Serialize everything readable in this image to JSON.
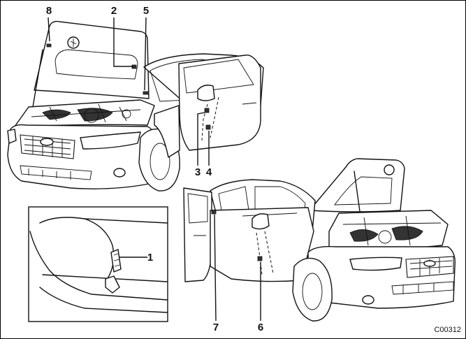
{
  "diagram": {
    "callouts": [
      {
        "id": "8",
        "label": "8"
      },
      {
        "id": "2",
        "label": "2"
      },
      {
        "id": "5",
        "label": "5"
      },
      {
        "id": "3",
        "label": "3"
      },
      {
        "id": "4",
        "label": "4"
      },
      {
        "id": "1",
        "label": "1"
      },
      {
        "id": "7",
        "label": "7"
      },
      {
        "id": "6",
        "label": "6"
      }
    ],
    "figure_code": "C00312"
  }
}
